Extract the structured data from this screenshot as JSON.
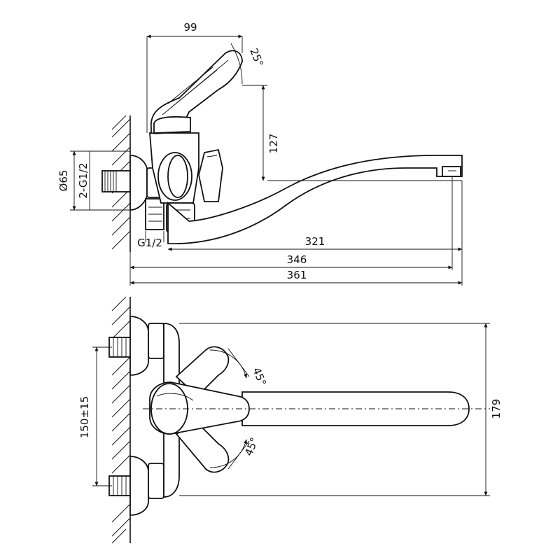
{
  "drawing": {
    "side_view": {
      "dim_width_top": "99",
      "dim_lever_angle": "25°",
      "dim_height": "127",
      "dim_diameter": "Ø65",
      "dim_thread_pair": "2-G1/2",
      "dim_thread_single": "G1/2",
      "dim_reach_spout": "321",
      "dim_reach_mid": "346",
      "dim_reach_total": "361"
    },
    "top_view": {
      "dim_angle_upper": "45°",
      "dim_angle_lower": "45°",
      "dim_centers": "150±15",
      "dim_spout_width": "179"
    }
  }
}
